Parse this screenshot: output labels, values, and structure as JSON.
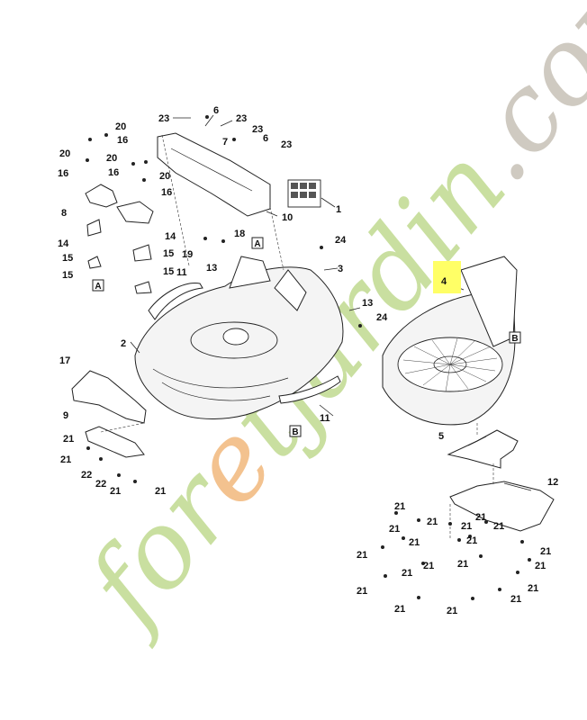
{
  "watermark": {
    "parts": [
      {
        "text": "for",
        "color": "#c9dfa0"
      },
      {
        "text": "e",
        "color": "#f3c28f"
      },
      {
        "text": "tjardin",
        "color": "#c9dfa0"
      },
      {
        "text": ".com",
        "color": "#cfcac1"
      }
    ]
  },
  "highlight_color": "#ffff66",
  "highlighted_part": "4",
  "refs": {
    "a": "A",
    "b": "B"
  },
  "labels": {
    "p1": "1",
    "p2": "2",
    "p3": "3",
    "p4": "4",
    "p5": "5",
    "p6a": "6",
    "p6b": "6",
    "p7": "7",
    "p8": "8",
    "p9": "9",
    "p10": "10",
    "p11a": "11",
    "p11b": "11",
    "p12": "12",
    "p13a": "13",
    "p13b": "13",
    "p14a": "14",
    "p14b": "14",
    "p15a": "15",
    "p15b": "15",
    "p15c": "15",
    "p15d": "15",
    "p16a": "16",
    "p16b": "16",
    "p16c": "16",
    "p16d": "16",
    "p17": "17",
    "p18": "18",
    "p19": "19",
    "p20a": "20",
    "p20b": "20",
    "p20c": "20",
    "p20d": "20",
    "p21": "21",
    "p22": "22",
    "p23a": "23",
    "p23b": "23",
    "p23c": "23",
    "p23d": "23",
    "p24a": "24",
    "p24b": "24"
  }
}
